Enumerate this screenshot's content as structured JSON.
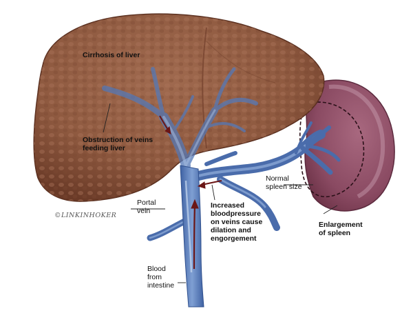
{
  "labels": {
    "cirrhosis": "Cirrhosis of liver",
    "obstruction": "Obstruction of veins\nfeeding liver",
    "portal_vein": "Portal\nvein",
    "increased_pressure": "Increased\nbloodpressure\non veins cause\ndilation and\nengorgement",
    "normal_spleen": "Normal\nspleen size",
    "enlargement": "Enlargement\nof spleen",
    "blood_from_intestine": "Blood\nfrom\nintestine"
  },
  "signature": "©LINKINHOKER",
  "colors": {
    "liver": "#8f5a40",
    "liver_dark": "#5f3424",
    "vein": "#5478b6",
    "vein_light": "#9cb6dd",
    "spleen": "#8a4a62",
    "spleen_light": "#b48499",
    "arrow": "#6b1616"
  }
}
